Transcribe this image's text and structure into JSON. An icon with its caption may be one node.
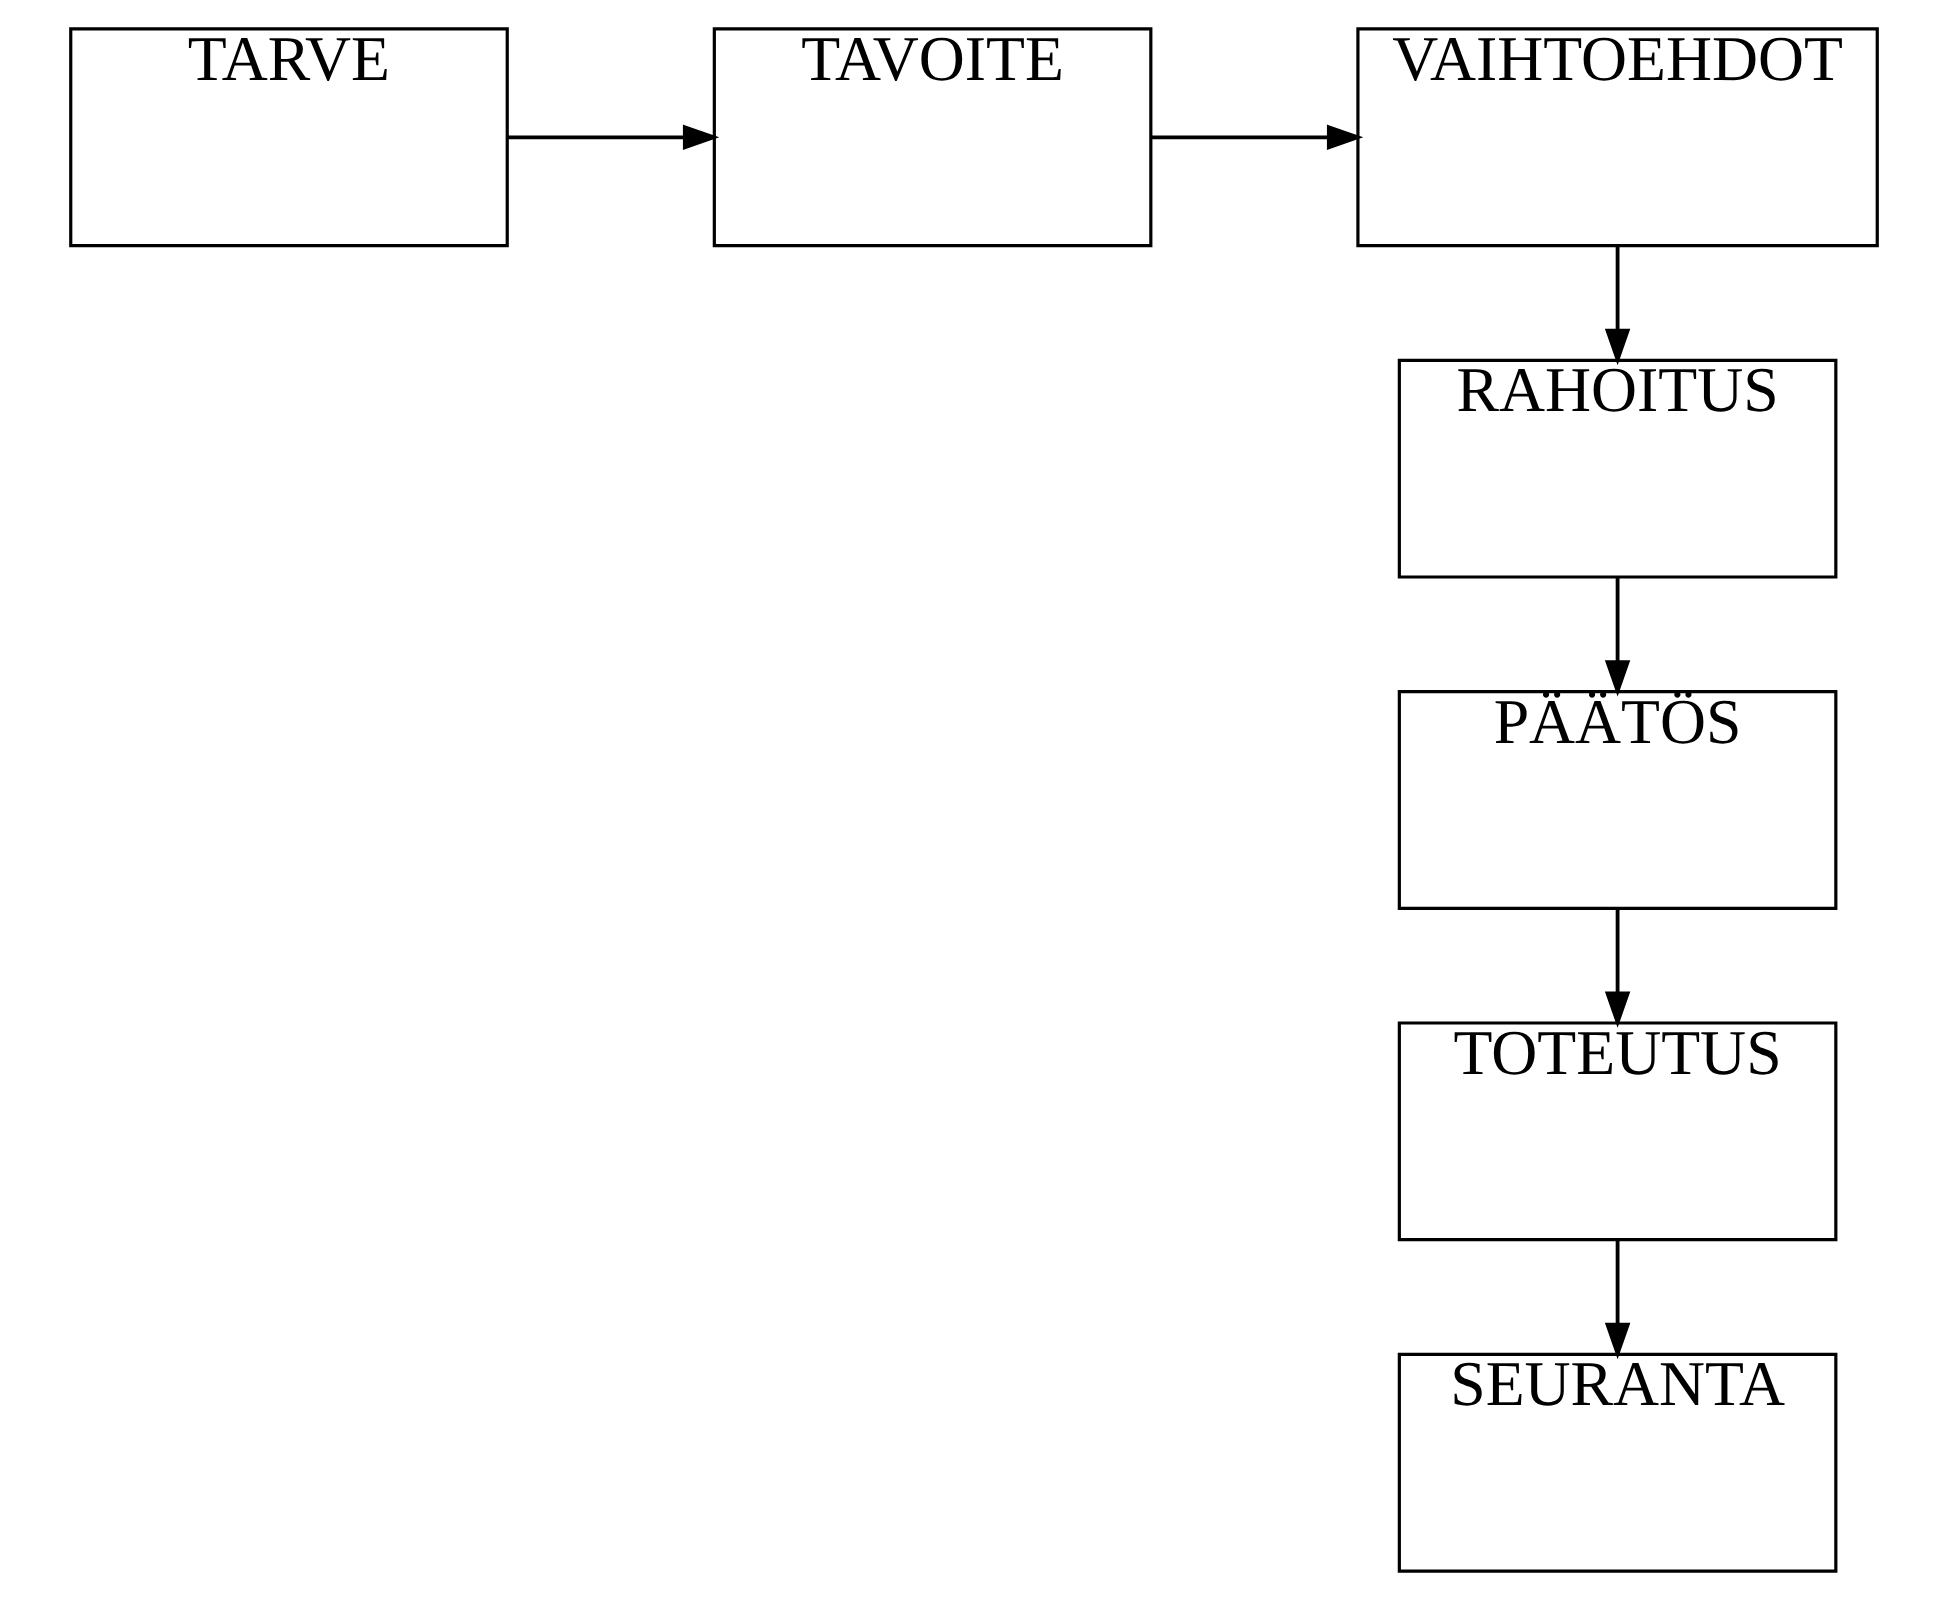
{
  "diagram": {
    "nodes": [
      {
        "text": [
          "TARVE"
        ]
      },
      {
        "text": [
          "TAVOITE"
        ]
      },
      {
        "text": [
          "VAIHTOEHDOT"
        ]
      },
      {
        "text": [
          "RAHOITUS"
        ]
      },
      {
        "text": [
          "PÄÄTÖS"
        ]
      },
      {
        "text": [
          "TOTEUTUS"
        ]
      },
      {
        "text": [
          "SEURANTA"
        ]
      }
    ],
    "edges": [
      {
        "from": 0,
        "to": 1,
        "arrow": "to"
      },
      {
        "from": 1,
        "to": 2,
        "arrow": "to"
      },
      {
        "from": 2,
        "to": 3,
        "arrow": "to"
      },
      {
        "from": 3,
        "to": 4,
        "arrow": "to"
      },
      {
        "from": 4,
        "to": 5,
        "arrow": "to"
      },
      {
        "from": 5,
        "to": 6,
        "arrow": "to"
      }
    ]
  }
}
